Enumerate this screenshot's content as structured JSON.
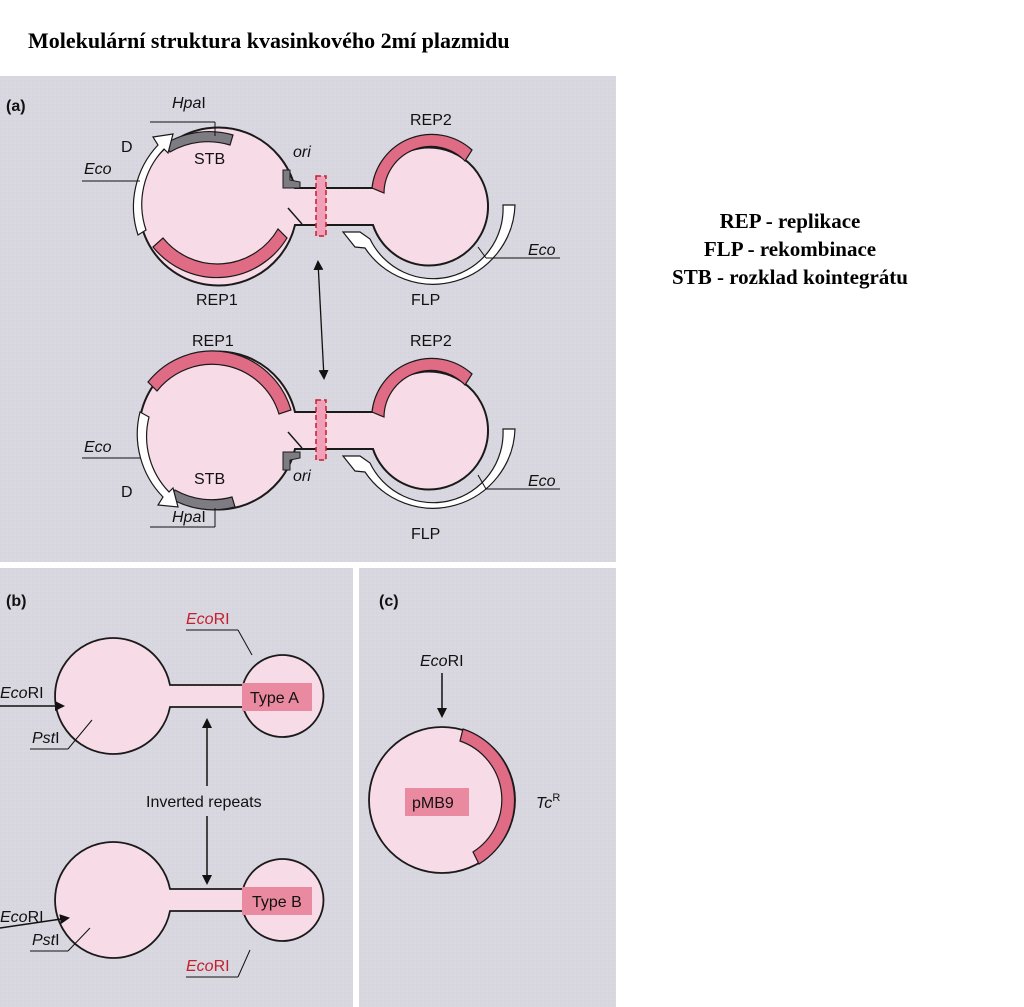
{
  "title": "Molekulární struktura kvasinkového 2mí plazmidu",
  "legend": [
    "REP - replikace",
    "FLP - rekombinace",
    "STB - rozklad kointegrátu"
  ],
  "colors": {
    "panel_bg": "#d9d7e0",
    "circle_fill": "#f7dbe6",
    "gene_red": "#e06b85",
    "gene_dark": "#7c7c82",
    "label_red": "#c4202c"
  },
  "panel_a": {
    "label": "(a)",
    "top": {
      "hpa": "Hpa",
      "hpa_suffix": "I",
      "d": "D",
      "eco_left": "Eco",
      "stb": "STB",
      "ori": "ori",
      "rep2": "REP2",
      "eco_right": "Eco",
      "rep1": "REP1",
      "flp": "FLP"
    },
    "bottom": {
      "rep1": "REP1",
      "rep2": "REP2",
      "eco_left": "Eco",
      "stb": "STB",
      "ori": "ori",
      "eco_right": "Eco",
      "d": "D",
      "hpa": "Hpa",
      "hpa_suffix": "I",
      "flp": "FLP"
    }
  },
  "panel_b": {
    "label": "(b)",
    "ecori_top": "Eco",
    "ecori_top_suffix": "RI",
    "ecori_left1": "Eco",
    "ecori_left1_suffix": "RI",
    "psti1": "Pst",
    "psti1_suffix": "I",
    "type_a": "Type A",
    "inverted_repeats": "Inverted repeats",
    "type_b": "Type B",
    "ecori_left2": "Eco",
    "ecori_left2_suffix": "RI",
    "psti2": "Pst",
    "psti2_suffix": "I",
    "ecori_bottom": "Eco",
    "ecori_bottom_suffix": "RI"
  },
  "panel_c": {
    "label": "(c)",
    "ecori": "Eco",
    "ecori_suffix": "RI",
    "pmb9": "pMB9",
    "tcr": "Tc",
    "tcr_sup": "R"
  }
}
